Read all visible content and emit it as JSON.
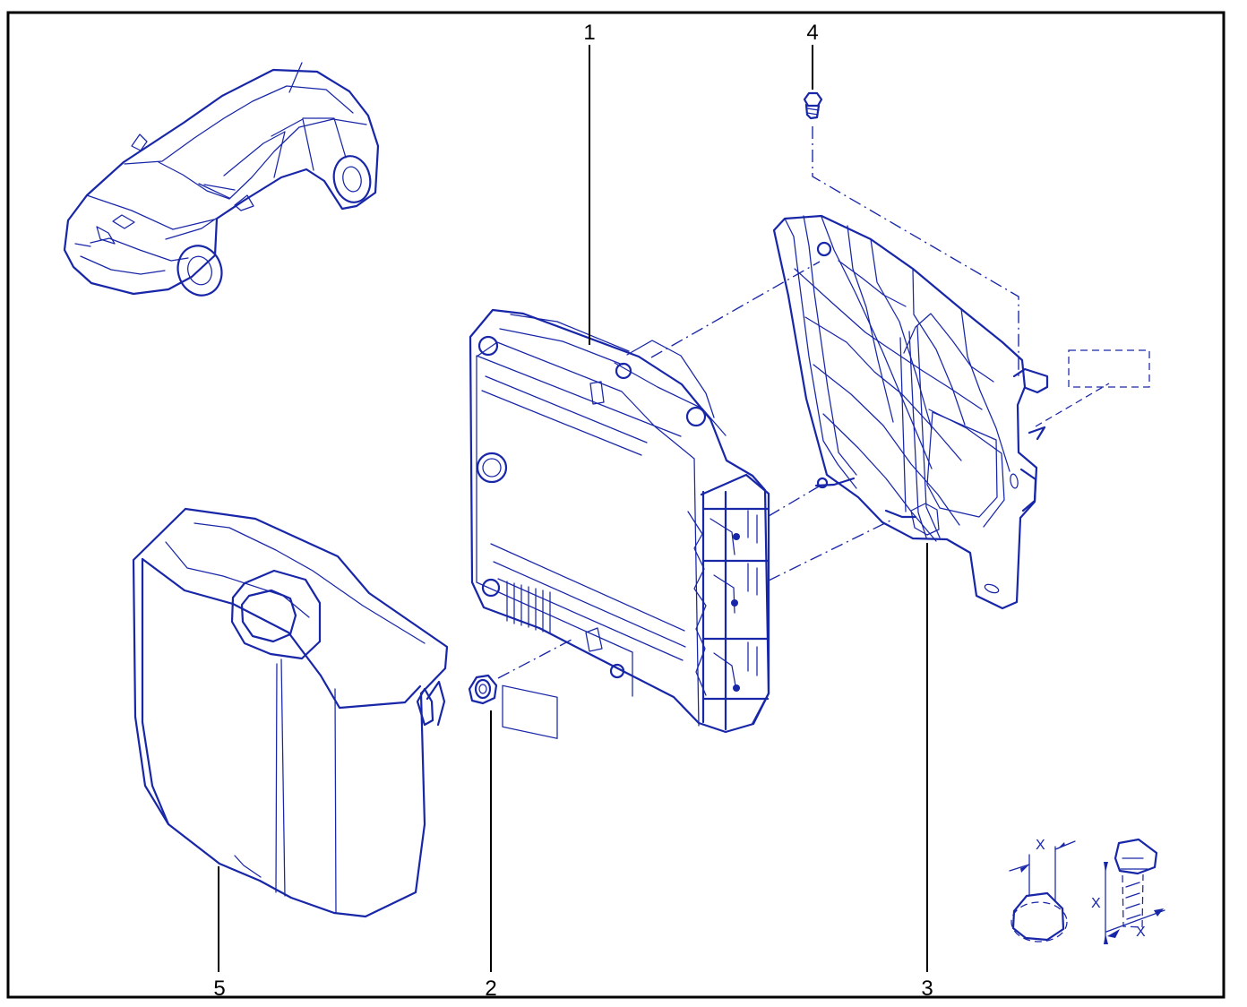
{
  "diagram": {
    "callouts": {
      "part_1": "1",
      "part_2": "2",
      "part_3": "3",
      "part_4": "4",
      "part_5": "5"
    },
    "dimension_symbols": {
      "nut_width": "X",
      "bolt_width": "X",
      "bolt_height": "X"
    },
    "colors": {
      "frame": "#000000",
      "line_art": "#1826a8",
      "background": "#ffffff"
    }
  }
}
